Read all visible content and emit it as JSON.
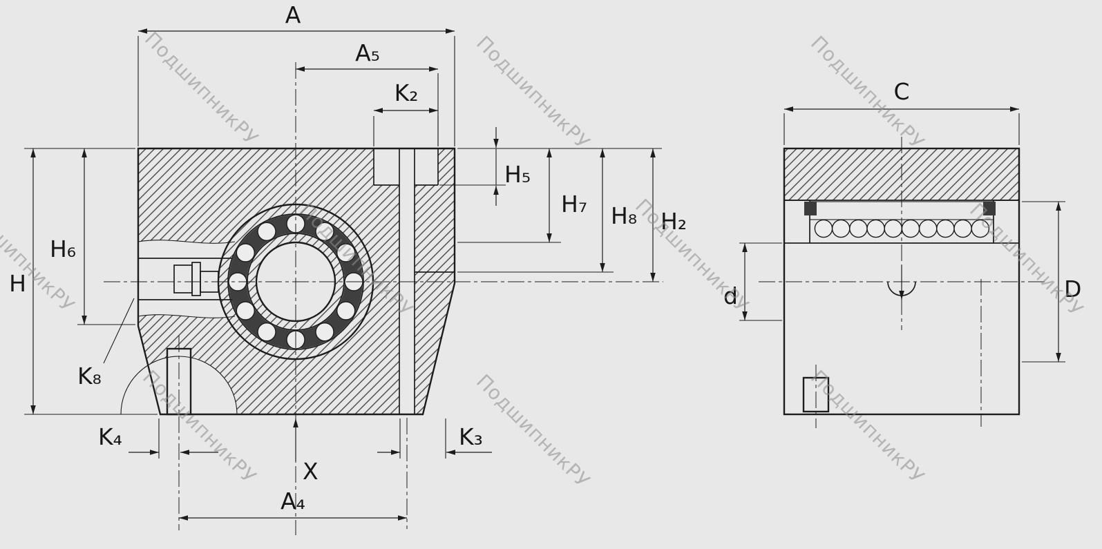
{
  "watermark": {
    "text": "ПодшипникРУ"
  },
  "dims": {
    "A": "A",
    "A5": "A₅",
    "K2": "K₂",
    "H5": "H₅",
    "H7": "H₇",
    "H8": "H₈",
    "H2": "H₂",
    "H6": "H₆",
    "H": "H",
    "K8": "K₈",
    "K4": "K₄",
    "X": "X",
    "A4": "A₄",
    "K3": "K₃",
    "C": "C",
    "d": "d",
    "D": "D"
  },
  "colors": {
    "background": "#e8e8e8",
    "line": "#1c1c1c",
    "hatch": "#3a3a3a",
    "cage": "#3f3f3f",
    "watermark": "#8f8f8f"
  }
}
